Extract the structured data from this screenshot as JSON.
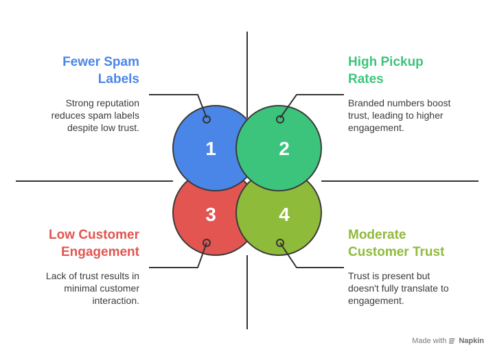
{
  "quadrants": [
    {
      "number": "1",
      "title_line1": "Fewer Spam",
      "title_line2": "Labels",
      "desc_line1": "Strong reputation",
      "desc_line2": "reduces spam labels",
      "desc_line3": "despite low trust.",
      "color": "#4a86e8"
    },
    {
      "number": "2",
      "title_line1": "High Pickup",
      "title_line2": "Rates",
      "desc_line1": "Branded numbers boost",
      "desc_line2": "trust, leading to higher",
      "desc_line3": "engagement.",
      "color": "#3cc47c"
    },
    {
      "number": "3",
      "title_line1": "Low Customer",
      "title_line2": "Engagement",
      "desc_line1": "Lack of trust results in",
      "desc_line2": "minimal customer",
      "desc_line3": "interaction.",
      "color": "#e25550"
    },
    {
      "number": "4",
      "title_line1": "Moderate",
      "title_line2": "Customer Trust",
      "desc_line1": "Trust is present but",
      "desc_line2": "doesn't fully translate to",
      "desc_line3": "engagement.",
      "color": "#8fbb3a"
    }
  ],
  "footer": {
    "made_with": "Made with",
    "brand": "Napkin"
  }
}
